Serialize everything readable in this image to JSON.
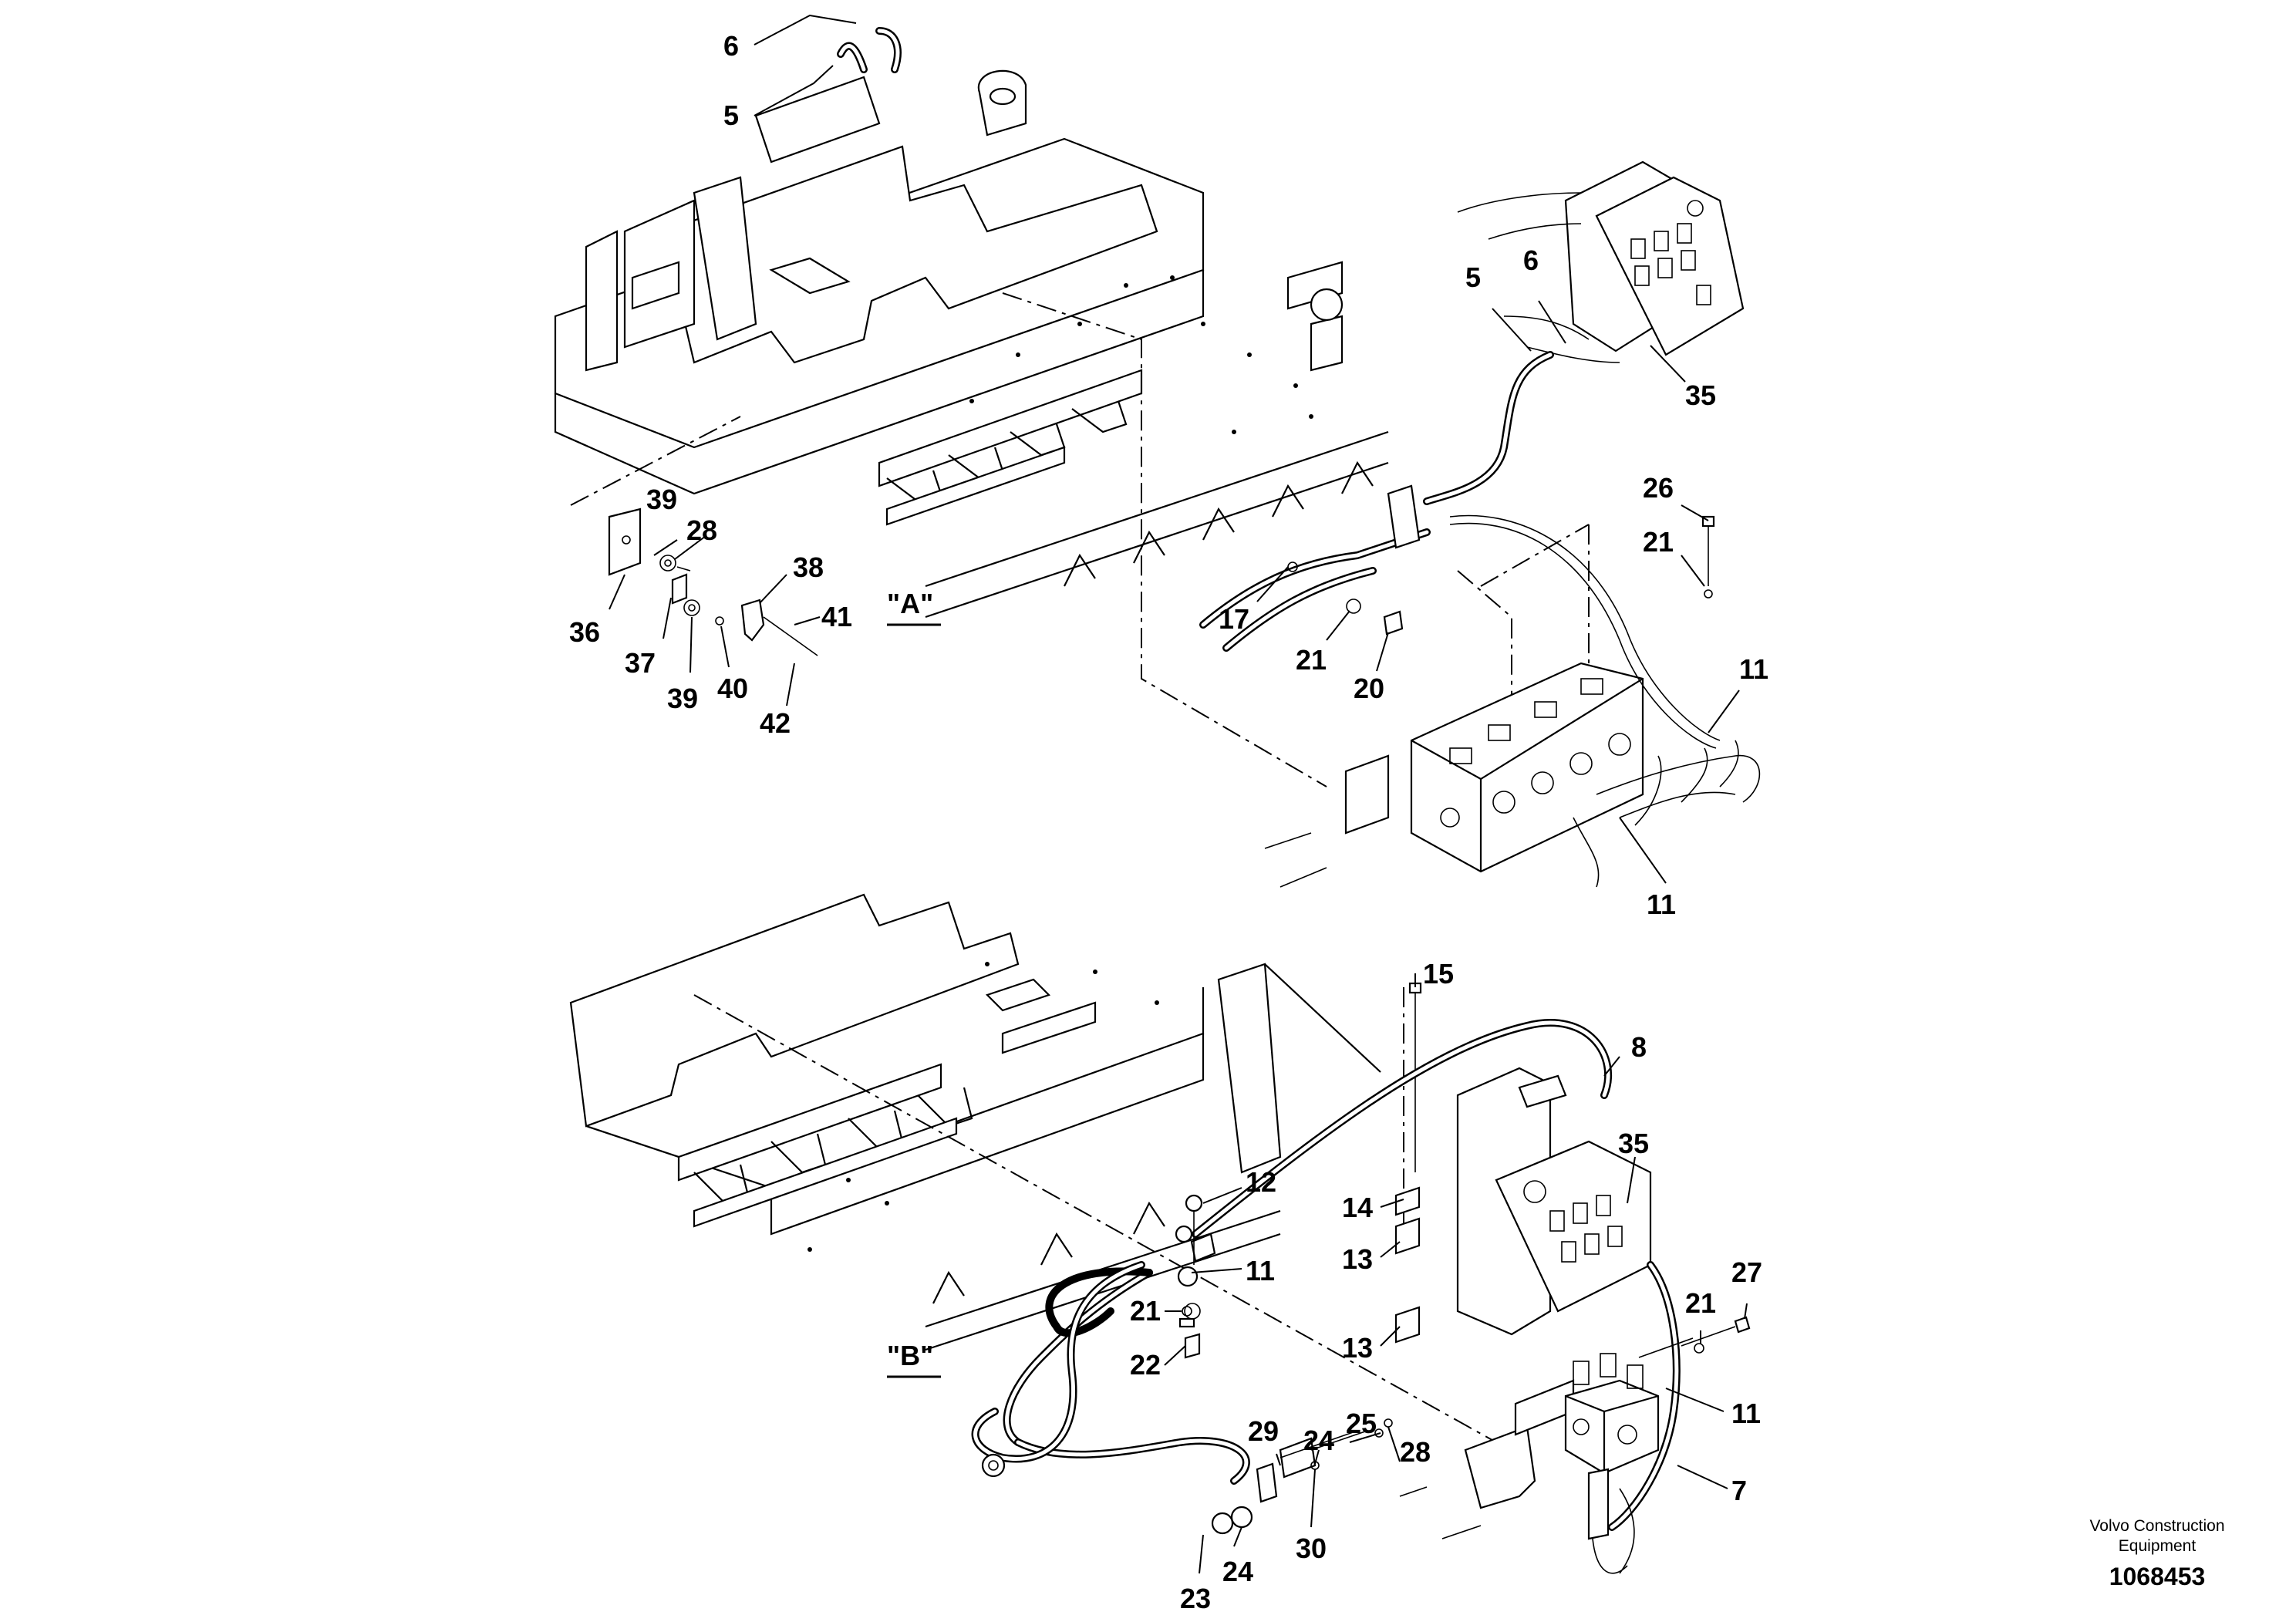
{
  "diagram": {
    "views": [
      {
        "id": "A",
        "label": "\"A\""
      },
      {
        "id": "B",
        "label": "\"B\""
      }
    ],
    "callouts_view_a": [
      {
        "key": "a6",
        "label": "6"
      },
      {
        "key": "a5",
        "label": "5"
      },
      {
        "key": "a39t",
        "label": "39"
      },
      {
        "key": "a28",
        "label": "28"
      },
      {
        "key": "a38",
        "label": "38"
      },
      {
        "key": "a41",
        "label": "41"
      },
      {
        "key": "a36",
        "label": "36"
      },
      {
        "key": "a37",
        "label": "37"
      },
      {
        "key": "a39b",
        "label": "39"
      },
      {
        "key": "a40",
        "label": "40"
      },
      {
        "key": "a42",
        "label": "42"
      },
      {
        "key": "a5r",
        "label": "5"
      },
      {
        "key": "a6r",
        "label": "6"
      },
      {
        "key": "a35",
        "label": "35"
      },
      {
        "key": "a26",
        "label": "26"
      },
      {
        "key": "a21r",
        "label": "21"
      },
      {
        "key": "a17",
        "label": "17"
      },
      {
        "key": "a21",
        "label": "21"
      },
      {
        "key": "a20",
        "label": "20"
      },
      {
        "key": "a11t",
        "label": "11"
      },
      {
        "key": "a11b",
        "label": "11"
      }
    ],
    "callouts_view_b": [
      {
        "key": "b15",
        "label": "15"
      },
      {
        "key": "b8",
        "label": "8"
      },
      {
        "key": "b35",
        "label": "35"
      },
      {
        "key": "b12",
        "label": "12"
      },
      {
        "key": "b14",
        "label": "14"
      },
      {
        "key": "b13t",
        "label": "13"
      },
      {
        "key": "b11",
        "label": "11"
      },
      {
        "key": "b21",
        "label": "21"
      },
      {
        "key": "b22",
        "label": "22"
      },
      {
        "key": "b13b",
        "label": "13"
      },
      {
        "key": "b27",
        "label": "27"
      },
      {
        "key": "b21r",
        "label": "21"
      },
      {
        "key": "b11r",
        "label": "11"
      },
      {
        "key": "b29",
        "label": "29"
      },
      {
        "key": "b24t",
        "label": "24"
      },
      {
        "key": "b25",
        "label": "25"
      },
      {
        "key": "b28",
        "label": "28"
      },
      {
        "key": "b7",
        "label": "7"
      },
      {
        "key": "b30",
        "label": "30"
      },
      {
        "key": "b23",
        "label": "23"
      },
      {
        "key": "b24b",
        "label": "24"
      }
    ]
  },
  "footer": {
    "brand_line1": "Volvo Construction",
    "brand_line2": "Equipment",
    "doc_number": "1068453"
  }
}
